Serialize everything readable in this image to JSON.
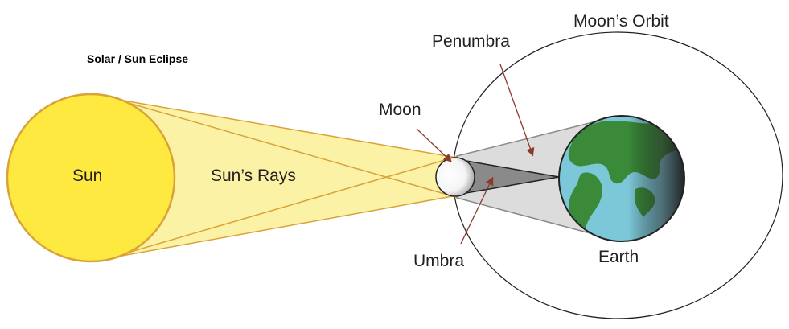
{
  "title": "Solar / Sun Eclipse",
  "labels": {
    "sun": "Sun",
    "suns_rays": "Sun’s Rays",
    "moon": "Moon",
    "penumbra": "Penumbra",
    "umbra": "Umbra",
    "earth": "Earth",
    "moons_orbit": "Moon’s Orbit"
  },
  "colors": {
    "sun_fill": "#fde93f",
    "sun_stroke": "#d9a33a",
    "rays_fill": "#fbf2a6",
    "rays_lines": "#d9a33a",
    "penumbra": "#dcdcdc",
    "umbra": "#8a8a8a",
    "ocean": "#7dc8d8",
    "land": "#3a8a3a",
    "orbit_stroke": "#231f20",
    "arrow": "#8c3a2a"
  }
}
